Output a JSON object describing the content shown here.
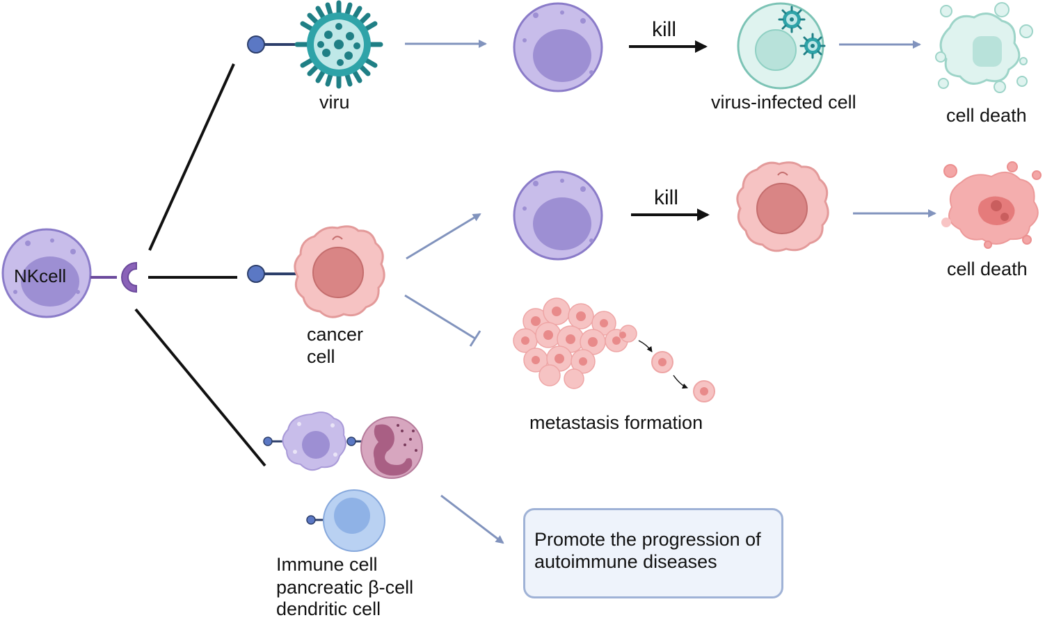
{
  "labels": {
    "nk_cell": "NKcell",
    "virus": "viru",
    "virus_infected_cell": "virus-infected cell",
    "cell_death_1": "cell death",
    "cell_death_2": "cell death",
    "kill_1": "kill",
    "kill_2": "kill",
    "cancer_line1": "cancer",
    "cancer_line2": "cell",
    "metastasis": "metastasis formation",
    "immune_line1": "Immune cell",
    "immune_line2": "pancreatic β-cell",
    "immune_line3": "dendritic cell",
    "outcome_box": "Promote the progression of autoimmune diseases"
  },
  "colors": {
    "nk_fill": "#c8bdea",
    "nk_nucleus": "#9d8fd3",
    "nk_stroke": "#8a7bc8",
    "virus": "#2ea3a8",
    "infected_fill": "#dff3ef",
    "infected_stroke": "#7cc3b5",
    "cancer_fill": "#f6c3c3",
    "cancer_nucleus": "#d98585",
    "arrow_blue": "#8193bd",
    "line_black": "#111111",
    "receptor": "#6b4a9c",
    "ligand": "#5b78c4"
  }
}
